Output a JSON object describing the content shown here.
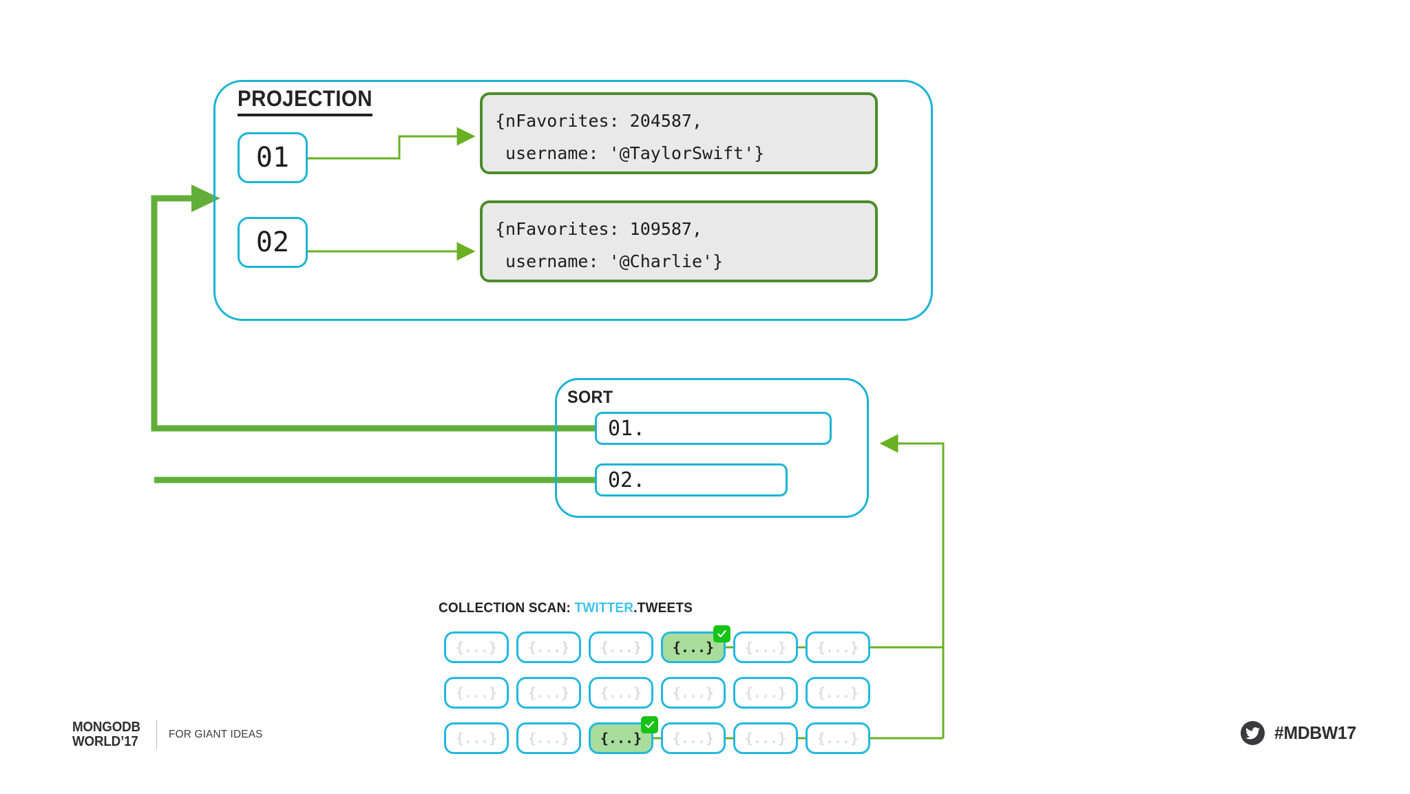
{
  "projection": {
    "title": "PROJECTION",
    "rows": [
      {
        "label": "01",
        "document": "{nFavorites: 204587,\n username: '@TaylorSwift'}"
      },
      {
        "label": "02",
        "document": "{nFavorites: 109587,\n username: '@Charlie'}"
      }
    ]
  },
  "sort": {
    "title": "SORT",
    "rows": [
      {
        "label": "01."
      },
      {
        "label": "02."
      }
    ]
  },
  "collection_scan": {
    "label_prefix": "COLLECTION SCAN:",
    "database": " TWITTER",
    "collection": ".TWEETS",
    "cell_text": "{...}",
    "rows": 3,
    "columns": 6,
    "matched_cells": [
      {
        "row": 0,
        "col": 3
      },
      {
        "row": 2,
        "col": 2
      }
    ]
  },
  "footer": {
    "brand_name": "MONGODB\nWORLD’17",
    "tagline": "FOR GIANT IDEAS",
    "hashtag": "#MDBW17"
  },
  "colors": {
    "cyan": "#1bb4d4",
    "cell_cyan": "#22b8e0",
    "green_thin": "#6ab023",
    "green_thick": "#62ae3a",
    "doc_border": "#4c8c2b",
    "doc_fill": "#e9e9e9",
    "hit_fill": "#a8dd9c",
    "badge_green": "#17c317",
    "ink": "#232323"
  }
}
